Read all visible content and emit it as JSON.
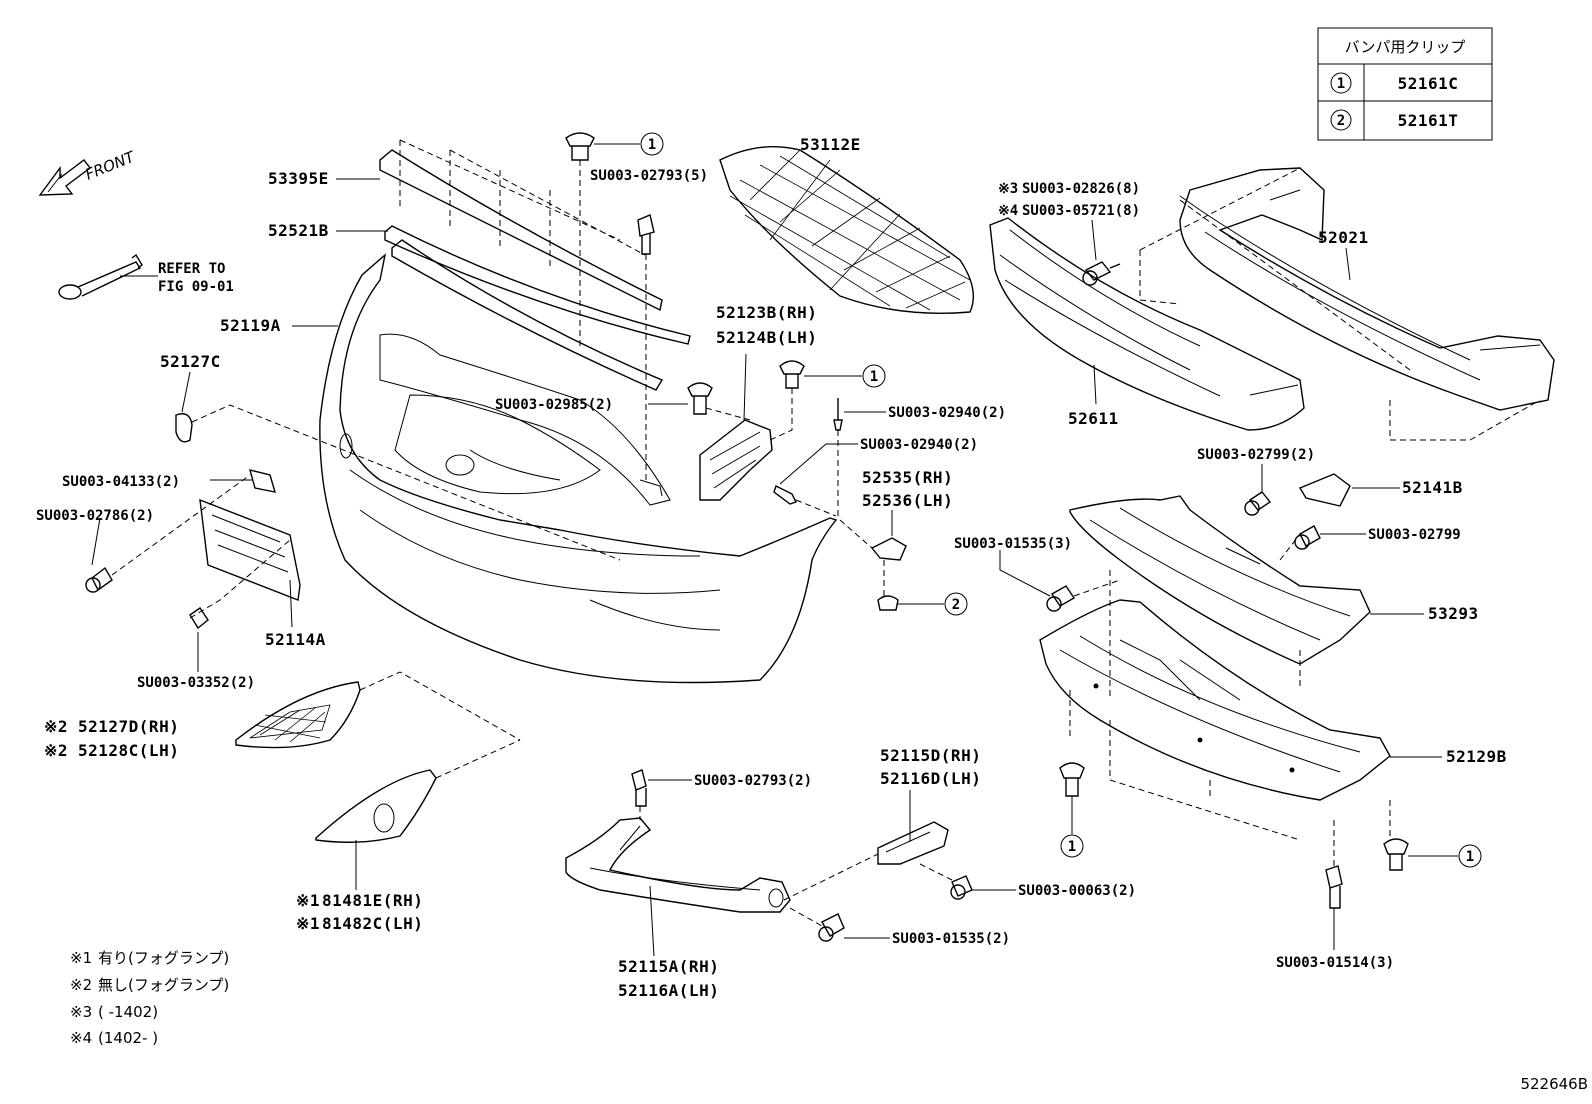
{
  "legend_table": {
    "header": "バンパ用クリップ",
    "rows": [
      {
        "symbol": "1",
        "part": "52161C"
      },
      {
        "symbol": "2",
        "part": "52161T"
      }
    ]
  },
  "front_label": "FRONT",
  "labels": {
    "p53395E": "53395E",
    "p52521B": "52521B",
    "refer1": "REFER TO",
    "refer2": "FIG 09-01",
    "p52119A": "52119A",
    "p52127C": "52127C",
    "s04133": "SU003-04133(2)",
    "s02786": "SU003-02786(2)",
    "p52114A": "52114A",
    "s03352": "SU003-03352(2)",
    "p52127D": "52127D(RH)",
    "p52128C": "52128C(LH)",
    "p81481E": "81481E(RH)",
    "p81482C": "81482C(LH)",
    "s02793a": "SU003-02793(5)",
    "s02985": "SU003-02985(2)",
    "p53112E": "53112E",
    "p52123B": "52123B(RH)",
    "p52124B": "52124B(LH)",
    "s02940a": "SU003-02940(2)",
    "s02940b": "SU003-02940(2)",
    "p52535": "52535(RH)",
    "p52536": "52536(LH)",
    "s02826": "SU003-02826(8)",
    "s05721": "SU003-05721(8)",
    "p52021": "52021",
    "p52611": "52611",
    "s02799a": "SU003-02799(2)",
    "p52141B": "52141B",
    "s02799b": "SU003-02799",
    "s01535a": "SU003-01535(3)",
    "p53293": "53293",
    "p52129B": "52129B",
    "s02793b": "SU003-02793(2)",
    "p52115D": "52115D(RH)",
    "p52116D": "52116D(LH)",
    "s00063": "SU003-00063(2)",
    "s01535b": "SU003-01535(2)",
    "p52115A": "52115A(RH)",
    "p52116A": "52116A(LH)",
    "s01514": "SU003-01514(3)"
  },
  "markers": {
    "m1": "※1",
    "m2": "※2",
    "m3": "※3",
    "m4": "※4"
  },
  "circle_refs": {
    "one": "1",
    "two": "2"
  },
  "notes": [
    {
      "mark": "※1",
      "text": "有り(フォグランプ)"
    },
    {
      "mark": "※2",
      "text": "無し(フォグランプ)"
    },
    {
      "mark": "※3",
      "text": "(        -1402)"
    },
    {
      "mark": "※4",
      "text": "(1402-        )"
    }
  ],
  "figure_id": "522646B"
}
